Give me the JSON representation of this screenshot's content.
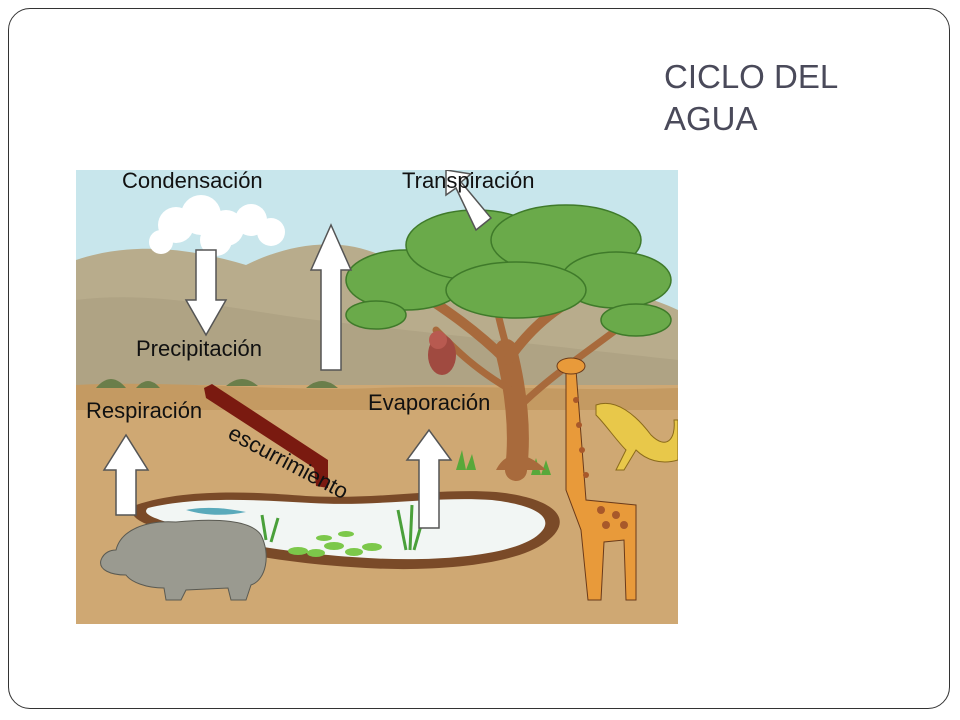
{
  "slide": {
    "title_line1": "CICLO DEL",
    "title_line2": "AGUA"
  },
  "diagram": {
    "labels": {
      "condensacion": "Condensación",
      "transpiracion": "Transpiración",
      "precipitacion": "Precipitación",
      "respiracion": "Respiración",
      "evaporacion": "Evaporación",
      "escurrimiento": "escurrimiento"
    },
    "colors": {
      "sky": "#c8e6ec",
      "hills": "#b5a98a",
      "ground": "#cfa873",
      "water": "#f2f6f4",
      "tree": "#6aaa4a",
      "trunk": "#a86a3c",
      "runoff_arrow": "#7a1a10",
      "giraffe": "#e89a3a",
      "hippo": "#9a9a90"
    }
  }
}
